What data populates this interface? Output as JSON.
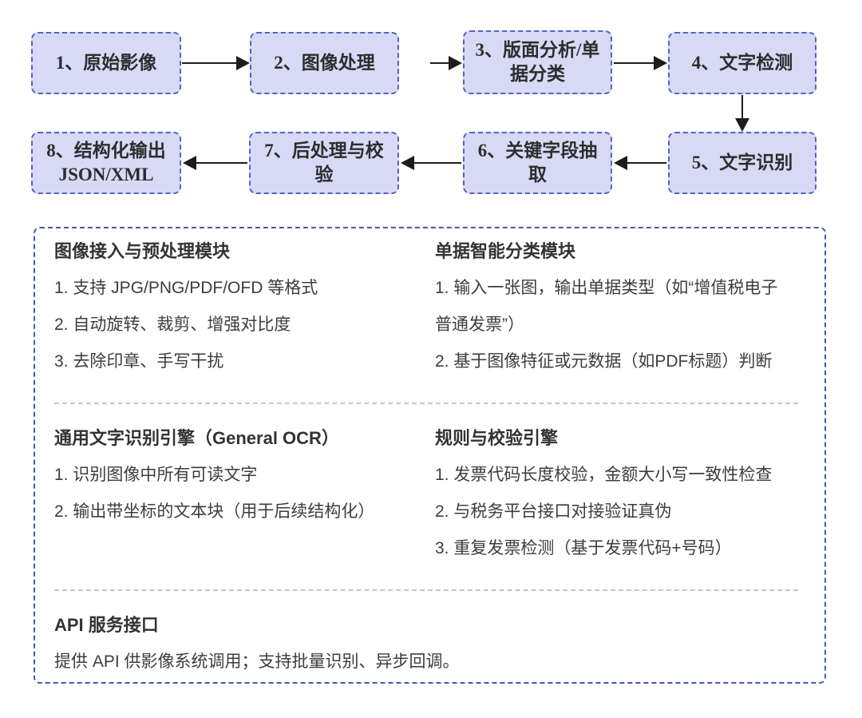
{
  "flowchart": {
    "nodes": [
      {
        "label": "1、原始影像"
      },
      {
        "label": "2、图像处理"
      },
      {
        "label": "3、版面分析/单据分类"
      },
      {
        "label": "4、文字检测"
      },
      {
        "label": "5、文字识别"
      },
      {
        "label": "6、关键字段抽取"
      },
      {
        "label": "7、后处理与校验"
      },
      {
        "label": "8、结构化输出 JSON/XML"
      }
    ],
    "flow_order": "1→2→3→4→5→6→7→8"
  },
  "modules": {
    "row1": {
      "left": {
        "title": "图像接入与预处理模块",
        "items": [
          "1. 支持 JPG/PNG/PDF/OFD 等格式",
          "2. 自动旋转、裁剪、增强对比度",
          "3. 去除印章、手写干扰"
        ]
      },
      "right": {
        "title": "单据智能分类模块",
        "items": [
          "1. 输入一张图，输出单据类型（如“增值税电子普通发票”）",
          "2. 基于图像特征或元数据（如PDF标题）判断"
        ]
      }
    },
    "row2": {
      "left": {
        "title": "通用文字识别引擎（General OCR）",
        "items": [
          "1. 识别图像中所有可读文字",
          "2. 输出带坐标的文本块（用于后续结构化）"
        ]
      },
      "right": {
        "title": "规则与校验引擎",
        "items": [
          "1. 发票代码长度校验，金额大小写一致性检查",
          "2. 与税务平台接口对接验证真伪",
          "3. 重复发票检测（基于发票代码+号码）"
        ]
      }
    },
    "row3": {
      "full": {
        "title": "API 服务接口",
        "items": [
          "提供 API 供影像系统调用；支持批量识别、异步回调。"
        ]
      }
    }
  },
  "colors": {
    "node_fill": "#d8daf5",
    "node_border": "#5263c3",
    "panel_border": "#4059b0",
    "arrow": "#1c1c1c",
    "node_text": "#2d2d2d",
    "body_text": "#3d3d3d",
    "divider": "#c4c7ce",
    "bg": "#ffffff"
  }
}
